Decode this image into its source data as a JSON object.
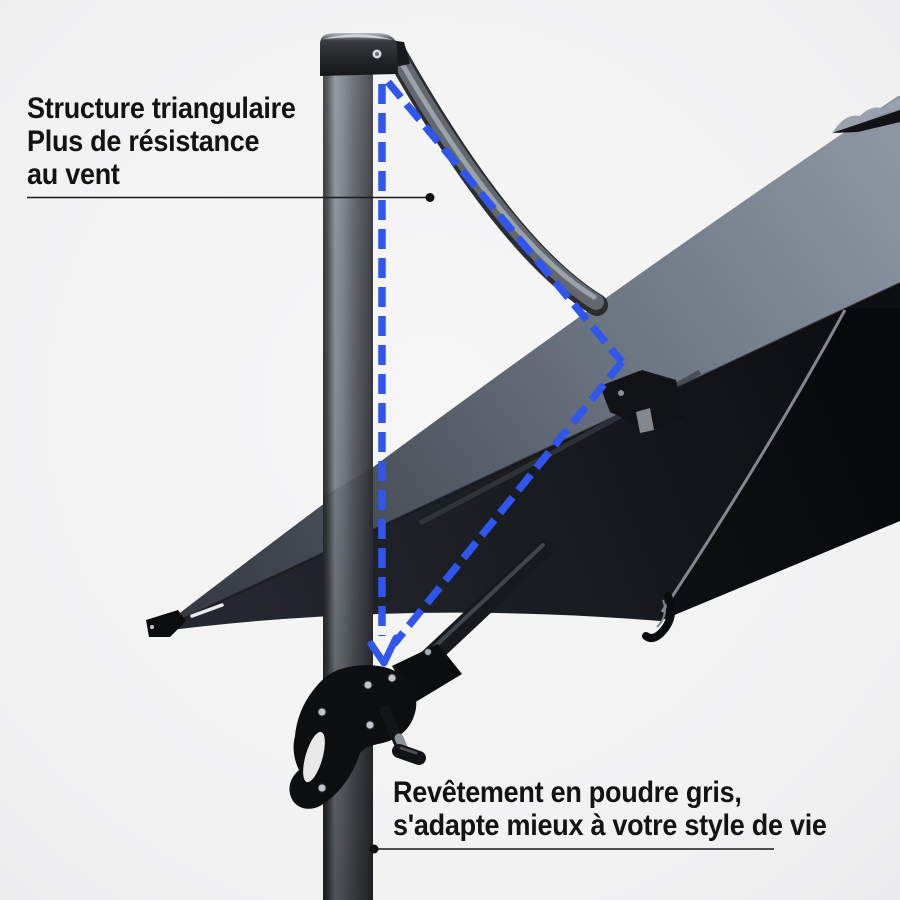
{
  "annotations": {
    "structure_callout": {
      "lines": [
        "Structure triangulaire",
        "Plus de résistance",
        "au vent"
      ]
    },
    "coating_callout": {
      "lines": [
        "Revêtement en poudre gris,",
        "s'adapte mieux à votre style de vie"
      ]
    }
  },
  "colors": {
    "highlight_blue": "#3156EE",
    "canopy_top_light": "#8D96A3",
    "canopy_top_dark": "#363B43",
    "canopy_underside": "#15181C",
    "pole_grey": "#878E95",
    "hardware_black": "#0D0F11",
    "background": "#F2F2F3",
    "text": "#131313",
    "leader_line": "#1A1A1A"
  }
}
